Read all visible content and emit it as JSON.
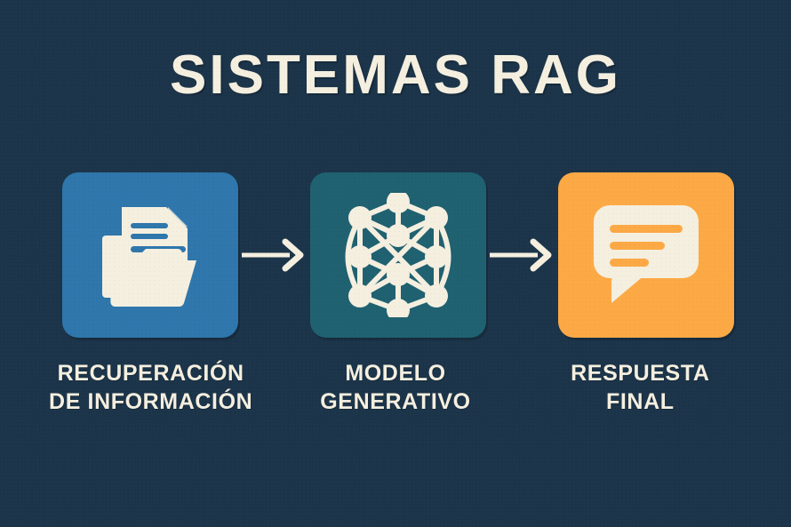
{
  "page": {
    "title": "SISTEMAS RAG",
    "background_color": "#1b3449",
    "text_color": "#f5efe0"
  },
  "colors": {
    "background": "#1b3449",
    "cream": "#f5efe0",
    "retrieval_blue": "#2e76ab",
    "model_teal": "#1f6170",
    "answer_orange": "#fca945"
  },
  "flow": {
    "stages": [
      {
        "id": "retrieval",
        "icon_name": "folder-document-icon",
        "box_color": "#2e76ab",
        "caption_line1": "RECUPERACIÓN",
        "caption_line2": "DE INFORMACIÓN"
      },
      {
        "id": "generative-model",
        "icon_name": "neural-network-icon",
        "box_color": "#1f6170",
        "caption_line1": "MODELO",
        "caption_line2": "GENERATIVO"
      },
      {
        "id": "final-answer",
        "icon_name": "speech-bubble-icon",
        "box_color": "#fca945",
        "caption_line1": "RESPUESTA",
        "caption_line2": "FINAL"
      }
    ],
    "arrows": [
      {
        "id": "arrow-1",
        "name": "arrow-right-icon",
        "color": "#f5efe0"
      },
      {
        "id": "arrow-2",
        "name": "arrow-right-icon",
        "color": "#f5efe0"
      }
    ]
  },
  "chart_data": {
    "type": "diagram",
    "title": "SISTEMAS RAG",
    "layout": "left-to-right pipeline",
    "nodes": [
      {
        "label": "RECUPERACIÓN DE INFORMACIÓN",
        "icon": "folder-document",
        "color": "#2e76ab"
      },
      {
        "label": "MODELO GENERATIVO",
        "icon": "neural-network",
        "color": "#1f6170"
      },
      {
        "label": "RESPUESTA FINAL",
        "icon": "speech-bubble",
        "color": "#fca945"
      }
    ],
    "edges": [
      {
        "from": "RECUPERACIÓN DE INFORMACIÓN",
        "to": "MODELO GENERATIVO",
        "style": "arrow"
      },
      {
        "from": "MODELO GENERATIVO",
        "to": "RESPUESTA FINAL",
        "style": "arrow"
      }
    ]
  }
}
